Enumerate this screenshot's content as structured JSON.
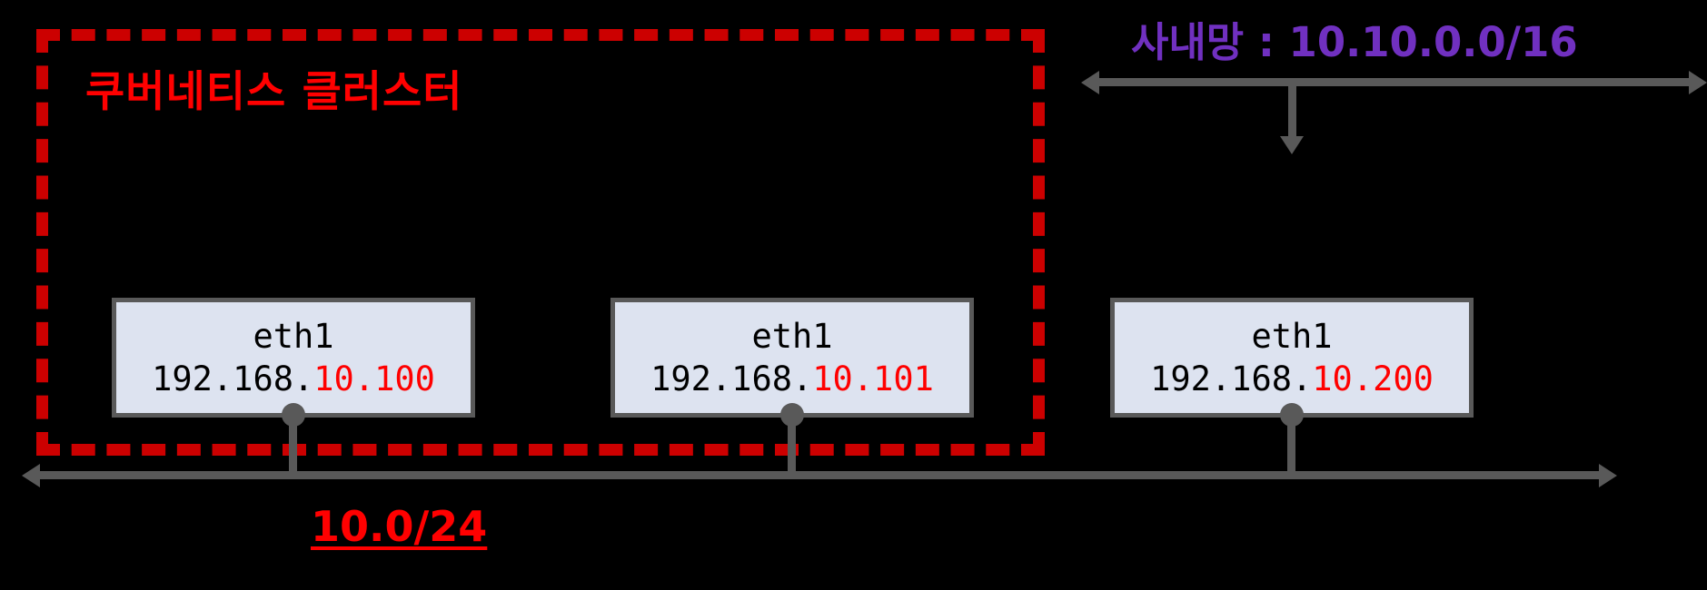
{
  "diagram": {
    "background_color": "#000000",
    "title": "쿠버네티스 클러스터",
    "cluster": {
      "label": "쿠버네티스 클러스터",
      "border_color": "#cc0000",
      "border_style": "dashed"
    },
    "networks": {
      "internal": {
        "label": "사내망 : 10.10.0.0/16",
        "color": "#7030c0",
        "position": "top-right"
      },
      "service": {
        "label": "10.0/24",
        "color": "#ff0000",
        "position": "bottom-left"
      }
    },
    "nodes": [
      {
        "id": "node-1",
        "interface": "eth1",
        "ip_prefix": "192.168.",
        "ip_suffix": "10.100",
        "full_ip": "192.168.10.100",
        "in_cluster": true,
        "fill_color": "#dde3f0",
        "border_color": "#595959",
        "suffix_color": "#ff0000"
      },
      {
        "id": "node-2",
        "interface": "eth1",
        "ip_prefix": "192.168.",
        "ip_suffix": "10.101",
        "full_ip": "192.168.10.101",
        "in_cluster": true,
        "fill_color": "#dde3f0",
        "border_color": "#595959",
        "suffix_color": "#ff0000"
      },
      {
        "id": "node-3",
        "interface": "eth1",
        "ip_prefix": "192.168.",
        "ip_suffix": "10.200",
        "full_ip": "192.168.10.200",
        "in_cluster": false,
        "fill_color": "#dde3f0",
        "border_color": "#595959",
        "suffix_color": "#ff0000"
      }
    ],
    "bus_color": "#595959"
  }
}
